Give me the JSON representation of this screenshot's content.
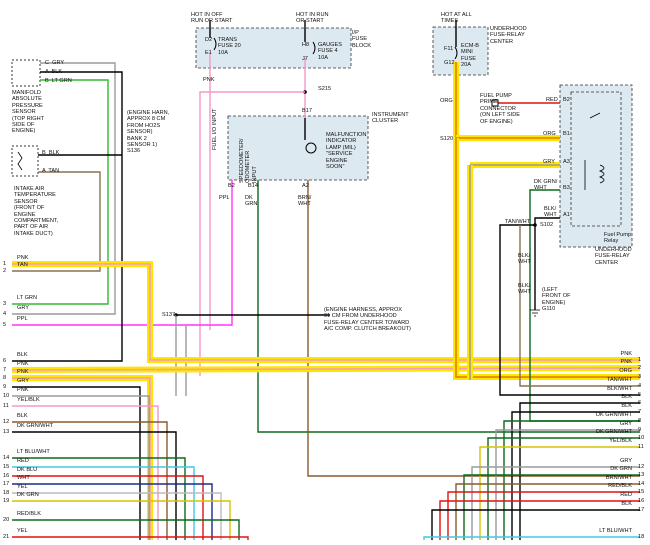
{
  "colors": {
    "highlight": "#ffe600",
    "pink": "#f39ac6",
    "green": "#33b833",
    "purple": "#ff33ff",
    "dk_green": "#0a6a1a",
    "gray": "#9a9a9a",
    "black": "#000000",
    "red": "#e01010",
    "dk_blue": "#1a2a8c",
    "lt_blue": "#40c8e0",
    "brown": "#8a5a2a",
    "fuse_box_fill": "#dde9f0"
  },
  "top": {
    "hot_off": "HOT IN OFF\nRUN OR START",
    "hot_run": "HOT IN RUN\nOR START",
    "hot_all": "HOT AT ALL\nTIMES",
    "d2": "D2",
    "e1": "E1",
    "trans_fuse": "TRANS\nFUSE 20\n10A",
    "h8": "H8",
    "j7": "J7",
    "gauges_fuse": "GAUGES\nFUSE 4\n10A",
    "ip_fuse_block": "I/P\nFUSE\nBLOCK",
    "f11": "F11",
    "g12": "G12",
    "ecmb_fuse": "ECM-B\nMINI\nFUSE\n20A",
    "underhood_center_top": "UNDERHOOD\nFUSE-RELAY\nCENTER",
    "pnk": "PNK",
    "s215": "S215",
    "b17": "B17",
    "instrument_cluster": "INSTRUMENT\nCLUSTER",
    "mil": "MALFUNCTION\nINDICATOR\nLAMP (MIL)\n\"SERVICE\nENGINE\nSOON\"",
    "speedo": "SPEEDOMETER/\nODOMETER\nINPUT",
    "fuel_input": "FUEL I/O INPUT",
    "b2": "B2",
    "b14": "B14",
    "a2": "A2",
    "ppl": "PPL",
    "dk_grn": "DK\nGRN",
    "brn_wht": "BRN/\nWHT"
  },
  "left": {
    "map_sensor": "MANIFOLD\nABSOLUTE\nPRESSURE\nSENSOR\n(TOP RIGHT\nSIDE OF\nENGINE)",
    "map_c": "C  GRY",
    "map_a": "A  BLK",
    "map_b": "B  LT GRN",
    "iat_b": "B  BLK",
    "iat_a": "A  TAN",
    "iat_sensor": "INTAKE AIR\nTEMPERATURE\nSENSOR\n(FRONT OF\nENGINE\nCOMPARTMENT,\nPART OF AIR\nINTAKE DUCT)",
    "engine_harn": "(ENGINE HARN,\nAPPROX 8 CM\nFROM HO2S\nSENSOR)\nBANK 2\nSENSOR 1)\nS136",
    "s137": "S137",
    "harness_note": "(ENGINE HARNESS, APPROX\n91 CM FROM UNDERHOOD\nFUSE-RELAY CENTER TOWARD\nA/C COMP. CLUTCH BREAKOUT)"
  },
  "right": {
    "orq": "ORG",
    "s120": "S120",
    "fp_prime": "FUEL PUMP\nPRIME\nCONNECTOR\n(ON LEFT SIDE\nOF ENGINE)",
    "red": "RED",
    "org": "ORG",
    "gry": "GRY",
    "b2": "B2",
    "b1": "B1",
    "a3": "A3",
    "b3": "B3",
    "a1": "A1",
    "dk_grn_wht": "DK GRN/\nWHT",
    "blk_wht": "BLK/\nWHT",
    "s102": "S102",
    "tan_wht": "TAN/WHT",
    "fuel_pump_relay": "Fuel Pump\nRelay",
    "underhood_center": "UNDERHOOD\nFUSE-RELAY\nCENTER",
    "blk_wht2": "BLK/\nWHT",
    "blk_wht3": "BLK/\nWHT",
    "ground": "(LEFT\nFRONT OF\nENGINE)\nG110"
  },
  "left_rows": [
    {
      "num": "1",
      "label": "PNK"
    },
    {
      "num": "2",
      "label": "TAN"
    },
    {
      "num": "3",
      "label": "LT GRN"
    },
    {
      "num": "4",
      "label": "GRY"
    },
    {
      "num": "5",
      "label": "PPL"
    },
    {
      "num": "6",
      "label": "BLK"
    },
    {
      "num": "7",
      "label": "PNK"
    },
    {
      "num": "8",
      "label": "PNK"
    },
    {
      "num": "9",
      "label": "GRY"
    },
    {
      "num": "10",
      "label": "PNK"
    },
    {
      "num": "11",
      "label": "YEL/BLK"
    },
    {
      "num": "12",
      "label": "BLK"
    },
    {
      "num": "13",
      "label": "DK GRN/WHT"
    },
    {
      "num": "14",
      "label": "LT BLU/WHT"
    },
    {
      "num": "15",
      "label": "RED"
    },
    {
      "num": "16",
      "label": "DK BLU"
    },
    {
      "num": "17",
      "label": "WHT"
    },
    {
      "num": "18",
      "label": "YEL"
    },
    {
      "num": "19",
      "label": "DK GRN"
    },
    {
      "num": "20",
      "label": "RED/BLK"
    },
    {
      "num": "21",
      "label": "YEL"
    }
  ],
  "right_rows": [
    {
      "num": "1",
      "label": "PNK"
    },
    {
      "num": "2",
      "label": "PNK"
    },
    {
      "num": "3",
      "label": "ORG"
    },
    {
      "num": "4",
      "label": "TAN/WHT"
    },
    {
      "num": "5",
      "label": "BLK/WHT"
    },
    {
      "num": "6",
      "label": "BLK"
    },
    {
      "num": "7",
      "label": "BLK"
    },
    {
      "num": "8",
      "label": "DK GRN/WHT"
    },
    {
      "num": "9",
      "label": "GRY"
    },
    {
      "num": "10",
      "label": "DK GRN/WHT"
    },
    {
      "num": "11",
      "label": "YEL/BLK"
    },
    {
      "num": "12",
      "label": "GRY"
    },
    {
      "num": "13",
      "label": "DK GRN"
    },
    {
      "num": "14",
      "label": "BRN/WHT"
    },
    {
      "num": "15",
      "label": "RED/BLK"
    },
    {
      "num": "16",
      "label": "RED"
    },
    {
      "num": "17",
      "label": "BLK"
    },
    {
      "num": "18",
      "label": "LT BLU/WHT"
    }
  ]
}
